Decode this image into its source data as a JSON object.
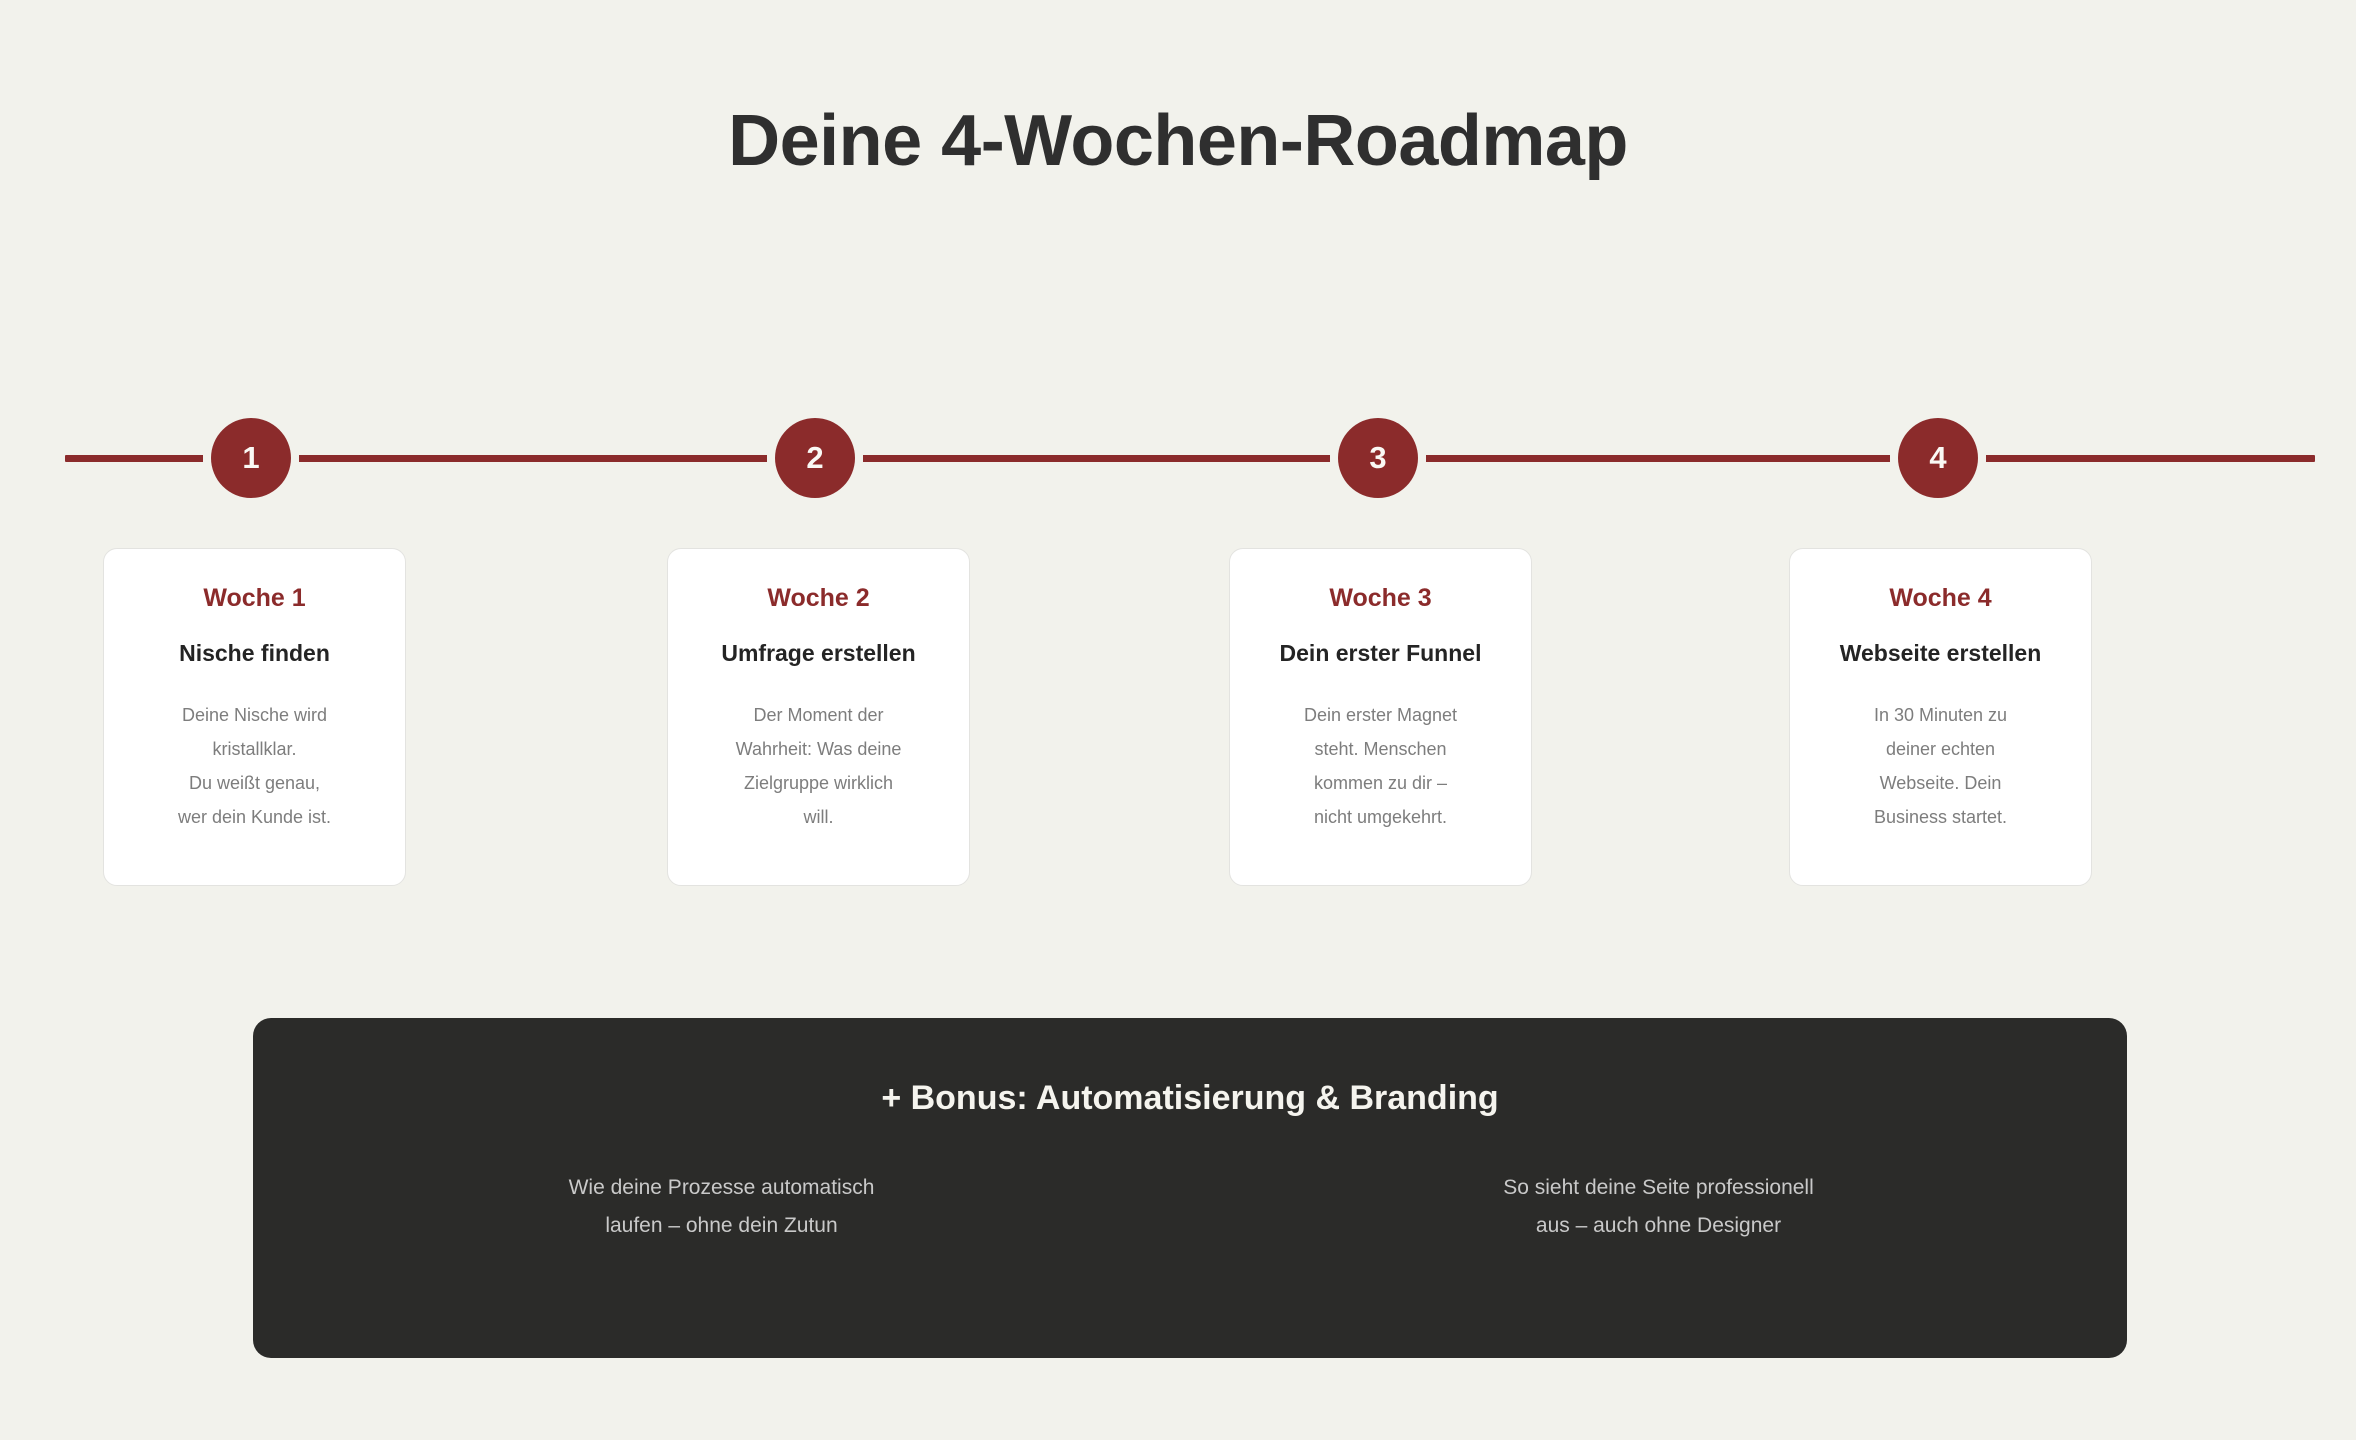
{
  "page": {
    "title": "Deine 4-Wochen-Roadmap",
    "background_color": "#f2f2ec",
    "accent_color": "#8b2b2b",
    "dark_panel_color": "#2b2b29",
    "card_background": "#ffffff",
    "body_text_color": "#7d7d7d"
  },
  "timeline": {
    "nodes": [
      {
        "number": "1"
      },
      {
        "number": "2"
      },
      {
        "number": "3"
      },
      {
        "number": "4"
      }
    ]
  },
  "weeks": [
    {
      "week_label": "Woche 1",
      "heading": "Nische finden",
      "body": "Deine Nische wird\nkristallklar.\nDu weißt genau,\nwer dein Kunde ist."
    },
    {
      "week_label": "Woche 2",
      "heading": "Umfrage erstellen",
      "body": "Der Moment der\nWahrheit: Was deine\nZielgruppe wirklich\nwill."
    },
    {
      "week_label": "Woche 3",
      "heading": "Dein erster Funnel",
      "body": "Dein erster Magnet\nsteht. Menschen\nkommen zu dir –\nnicht umgekehrt."
    },
    {
      "week_label": "Woche 4",
      "heading": "Webseite erstellen",
      "body": "In 30 Minuten zu\ndeiner echten\nWebseite. Dein\nBusiness startet."
    }
  ],
  "bonus": {
    "title": "+ Bonus: Automatisierung & Branding",
    "columns": [
      {
        "text": "Wie deine Prozesse automatisch\nlaufen – ohne dein Zutun"
      },
      {
        "text": "So sieht deine Seite professionell\naus – auch ohne Designer"
      }
    ]
  }
}
